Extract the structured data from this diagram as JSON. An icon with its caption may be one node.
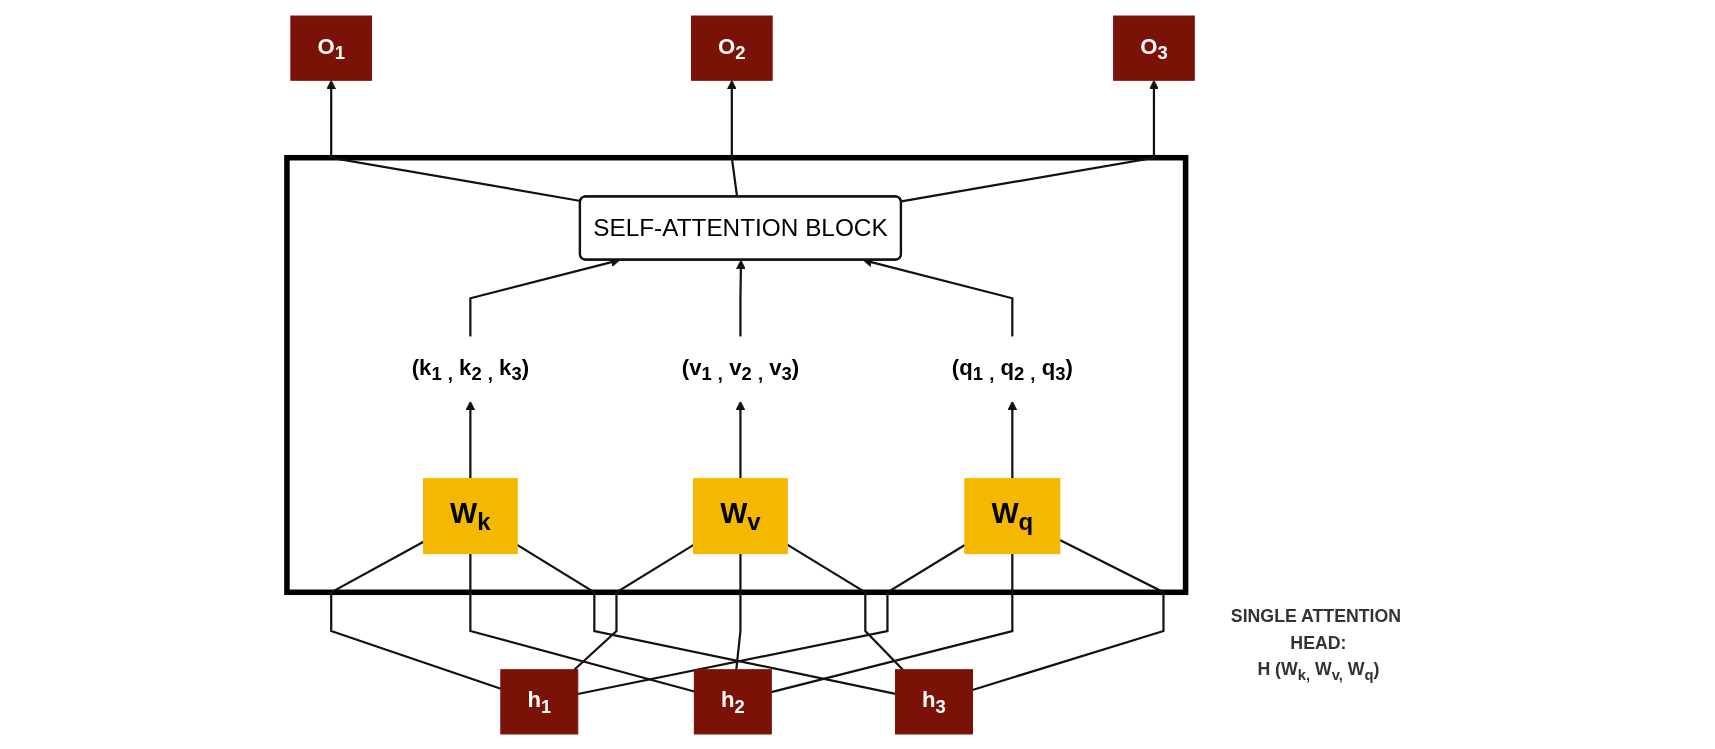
{
  "diagram": {
    "nodes": [
      {
        "text": [
          "O$_{1}$"
        ]
      },
      {
        "text": [
          "O$_{2}$"
        ]
      },
      {
        "text": [
          "O$_{3}$"
        ]
      },
      {
        "text": [
          "SINGLE ATTENTION HEAD:",
          "H (W$_{k,}$ W$_{v,}$ W$_{q}$)"
        ]
      },
      {
        "text": [
          "SELF-ATTENTION BLOCK"
        ],
        "in": 3
      },
      {
        "text": [
          "(k$_{1}$ $_{,}$ k$_{2}$ $_{,}$ k$_{3}$)"
        ],
        "in": 3
      },
      {
        "text": [
          "(v$_{1}$ $_{,}$ v$_{2}$ $_{,}$ v$_{3}$)"
        ],
        "in": 3
      },
      {
        "text": [
          "(q$_{1}$ $_{,}$ q$_{2}$ $_{,}$ q$_{3}$)"
        ],
        "in": 3
      },
      {
        "text": [
          "W$_{k}$"
        ],
        "in": 3
      },
      {
        "text": [
          "W$_{v}$"
        ],
        "in": 3
      },
      {
        "text": [
          "W$_{q}$"
        ],
        "in": 3
      },
      {
        "text": [
          "h$_{1}$"
        ]
      },
      {
        "text": [
          "h$_{2}$"
        ]
      },
      {
        "text": [
          "h$_{3}$"
        ]
      }
    ],
    "edges": [
      {
        "from": 4,
        "to": 0,
        "arrow": "to"
      },
      {
        "from": 4,
        "to": 1,
        "arrow": "to"
      },
      {
        "from": 4,
        "to": 2,
        "arrow": "to"
      },
      {
        "from": 5,
        "to": 4,
        "arrow": "to"
      },
      {
        "from": 6,
        "to": 4,
        "arrow": "to"
      },
      {
        "from": 7,
        "to": 4,
        "arrow": "to"
      },
      {
        "from": 8,
        "to": 5,
        "arrow": "to"
      },
      {
        "from": 9,
        "to": 6,
        "arrow": "to"
      },
      {
        "from": 10,
        "to": 7,
        "arrow": "to"
      },
      {
        "from": 11,
        "to": 8,
        "arrow": "none"
      },
      {
        "from": 11,
        "to": 9,
        "arrow": "none"
      },
      {
        "from": 11,
        "to": 10,
        "arrow": "none"
      },
      {
        "from": 12,
        "to": 8,
        "arrow": "none"
      },
      {
        "from": 12,
        "to": 9,
        "arrow": "none"
      },
      {
        "from": 12,
        "to": 10,
        "arrow": "none"
      },
      {
        "from": 13,
        "to": 8,
        "arrow": "none"
      },
      {
        "from": 13,
        "to": 9,
        "arrow": "none"
      },
      {
        "from": 13,
        "to": 10,
        "arrow": "none"
      }
    ]
  }
}
